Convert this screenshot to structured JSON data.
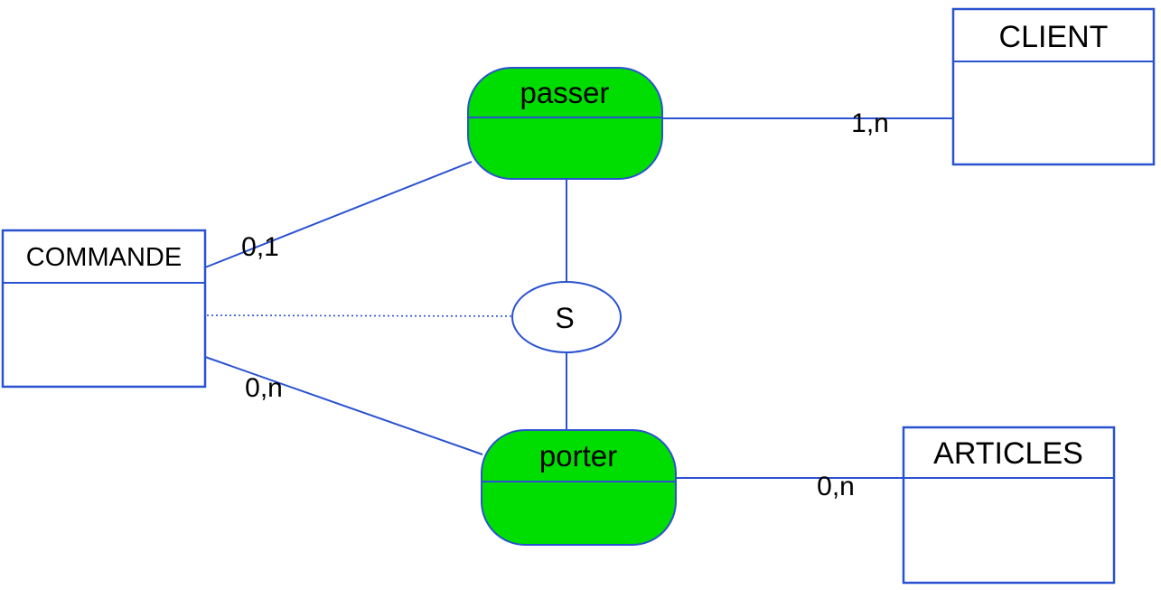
{
  "diagram": {
    "type": "entity-relationship",
    "colors": {
      "line": "#2a52d0",
      "relationship_fill": "#00dd00",
      "entity_fill": "#ffffff",
      "text": "#000000",
      "background": "#ffffff"
    },
    "entities": {
      "client": {
        "label": "CLIENT"
      },
      "commande": {
        "label": "COMMANDE"
      },
      "articles": {
        "label": "ARTICLES"
      }
    },
    "relationships": {
      "passer": {
        "label": "passer"
      },
      "porter": {
        "label": "porter"
      }
    },
    "constraint": {
      "label": "S"
    },
    "cardinalities": {
      "passer_client": "1,n",
      "commande_passer": "0,1",
      "commande_porter": "0,n",
      "porter_articles": "0,n"
    }
  }
}
